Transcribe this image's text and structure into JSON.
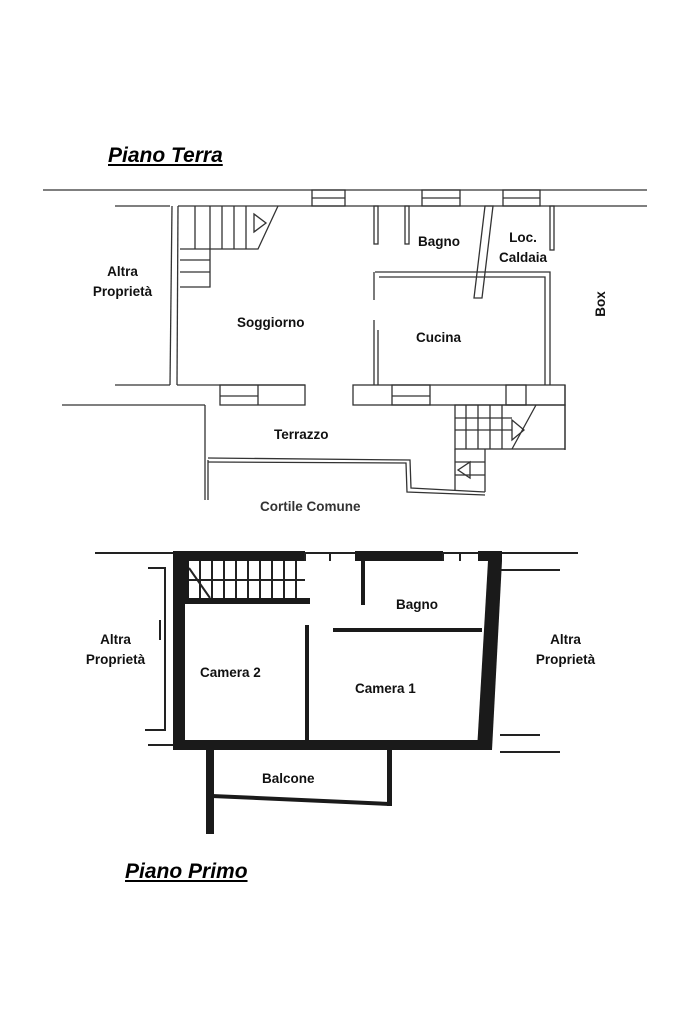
{
  "ground_floor": {
    "title": "Piano Terra",
    "rooms": {
      "altra_proprieta": "Altra Proprietà",
      "soggiorno": "Soggiorno",
      "bagno": "Bagno",
      "loc": "Loc.",
      "caldaia": "Caldaia",
      "cucina": "Cucina",
      "box": "Box",
      "terrazzo": "Terrazzo",
      "cortile": "Cortile Comune"
    }
  },
  "first_floor": {
    "title": "Piano Primo",
    "rooms": {
      "altra_left": "Altra Proprietà",
      "altra_right": "Altra Proprietà",
      "bagno": "Bagno",
      "camera2": "Camera 2",
      "camera1": "Camera 1",
      "balcone": "Balcone"
    }
  }
}
